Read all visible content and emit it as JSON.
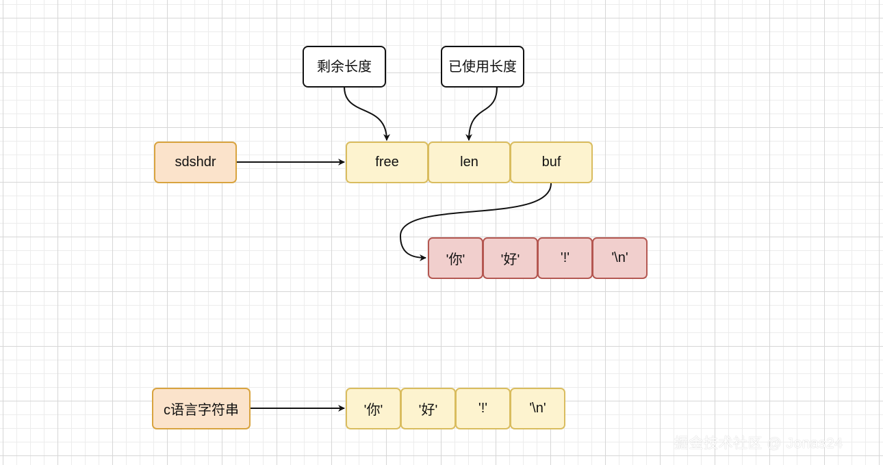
{
  "callouts": {
    "free_length": "剩余长度",
    "used_length": "已使用长度"
  },
  "sds": {
    "header": "sdshdr",
    "fields": [
      "free",
      "len",
      "buf"
    ],
    "buffer": [
      "'你'",
      "'好'",
      "'!'",
      "'\\n'"
    ]
  },
  "c_string": {
    "label": "c语言字符串",
    "chars": [
      "'你'",
      "'好'",
      "'!'",
      "'\\n'"
    ]
  },
  "watermark": "掘金技术社区 @ Jonas24",
  "colors": {
    "header_fill": "#fbe3cb",
    "header_border": "#d8a33e",
    "field_fill": "#fdf3cf",
    "field_border": "#d9bc5e",
    "buffer_fill": "#f1cfcd",
    "buffer_border": "#b45751"
  }
}
